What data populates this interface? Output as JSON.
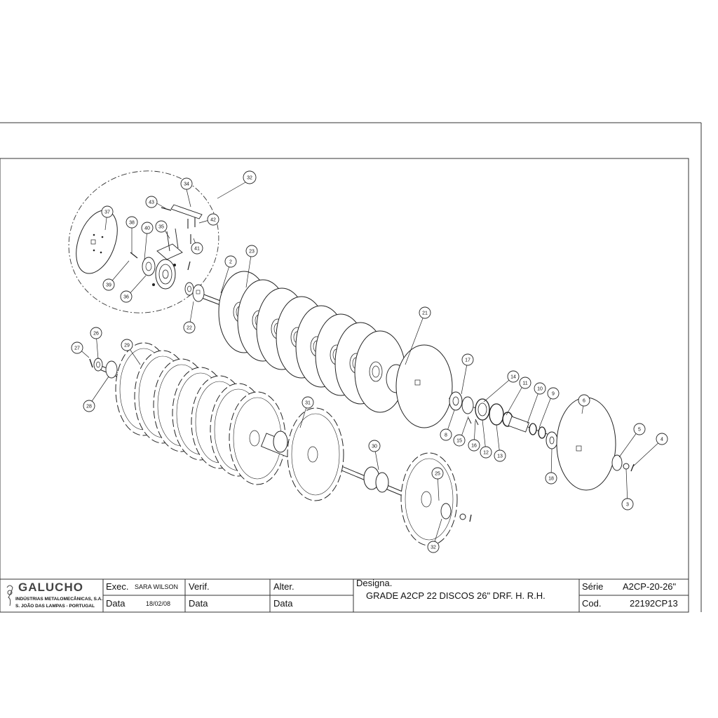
{
  "company": {
    "name": "GALUCHO",
    "line1": "INDÚSTRIAS METALOMECÂNICAS, S.A.",
    "line2": "S. JOÃO DAS LAMPAS - PORTUGAL"
  },
  "title_block": {
    "exec_label": "Exec.",
    "exec_value": "SARA WILSON",
    "verif_label": "Verif.",
    "alter_label": "Alter.",
    "data_label": "Data",
    "data_value": "18/02/08",
    "verif_data_label": "Data",
    "alter_data_label": "Data",
    "designa_label": "Designa.",
    "designa_value": "GRADE A2CP 22 DISCOS 26\" DRF. H. R.H.",
    "serie_label": "Série",
    "serie_value": "A2CP-20-26\"",
    "cod_label": "Cod.",
    "cod_value": "22192CP13"
  },
  "callouts": [
    "32",
    "34",
    "43",
    "42",
    "37",
    "38",
    "40",
    "35",
    "41",
    "39",
    "36",
    "23",
    "2",
    "22",
    "21",
    "26",
    "27",
    "29",
    "28",
    "31",
    "17",
    "14",
    "11",
    "10",
    "9",
    "6",
    "5",
    "4",
    "8",
    "15",
    "16",
    "12",
    "13",
    "18",
    "3",
    "30",
    "25"
  ]
}
